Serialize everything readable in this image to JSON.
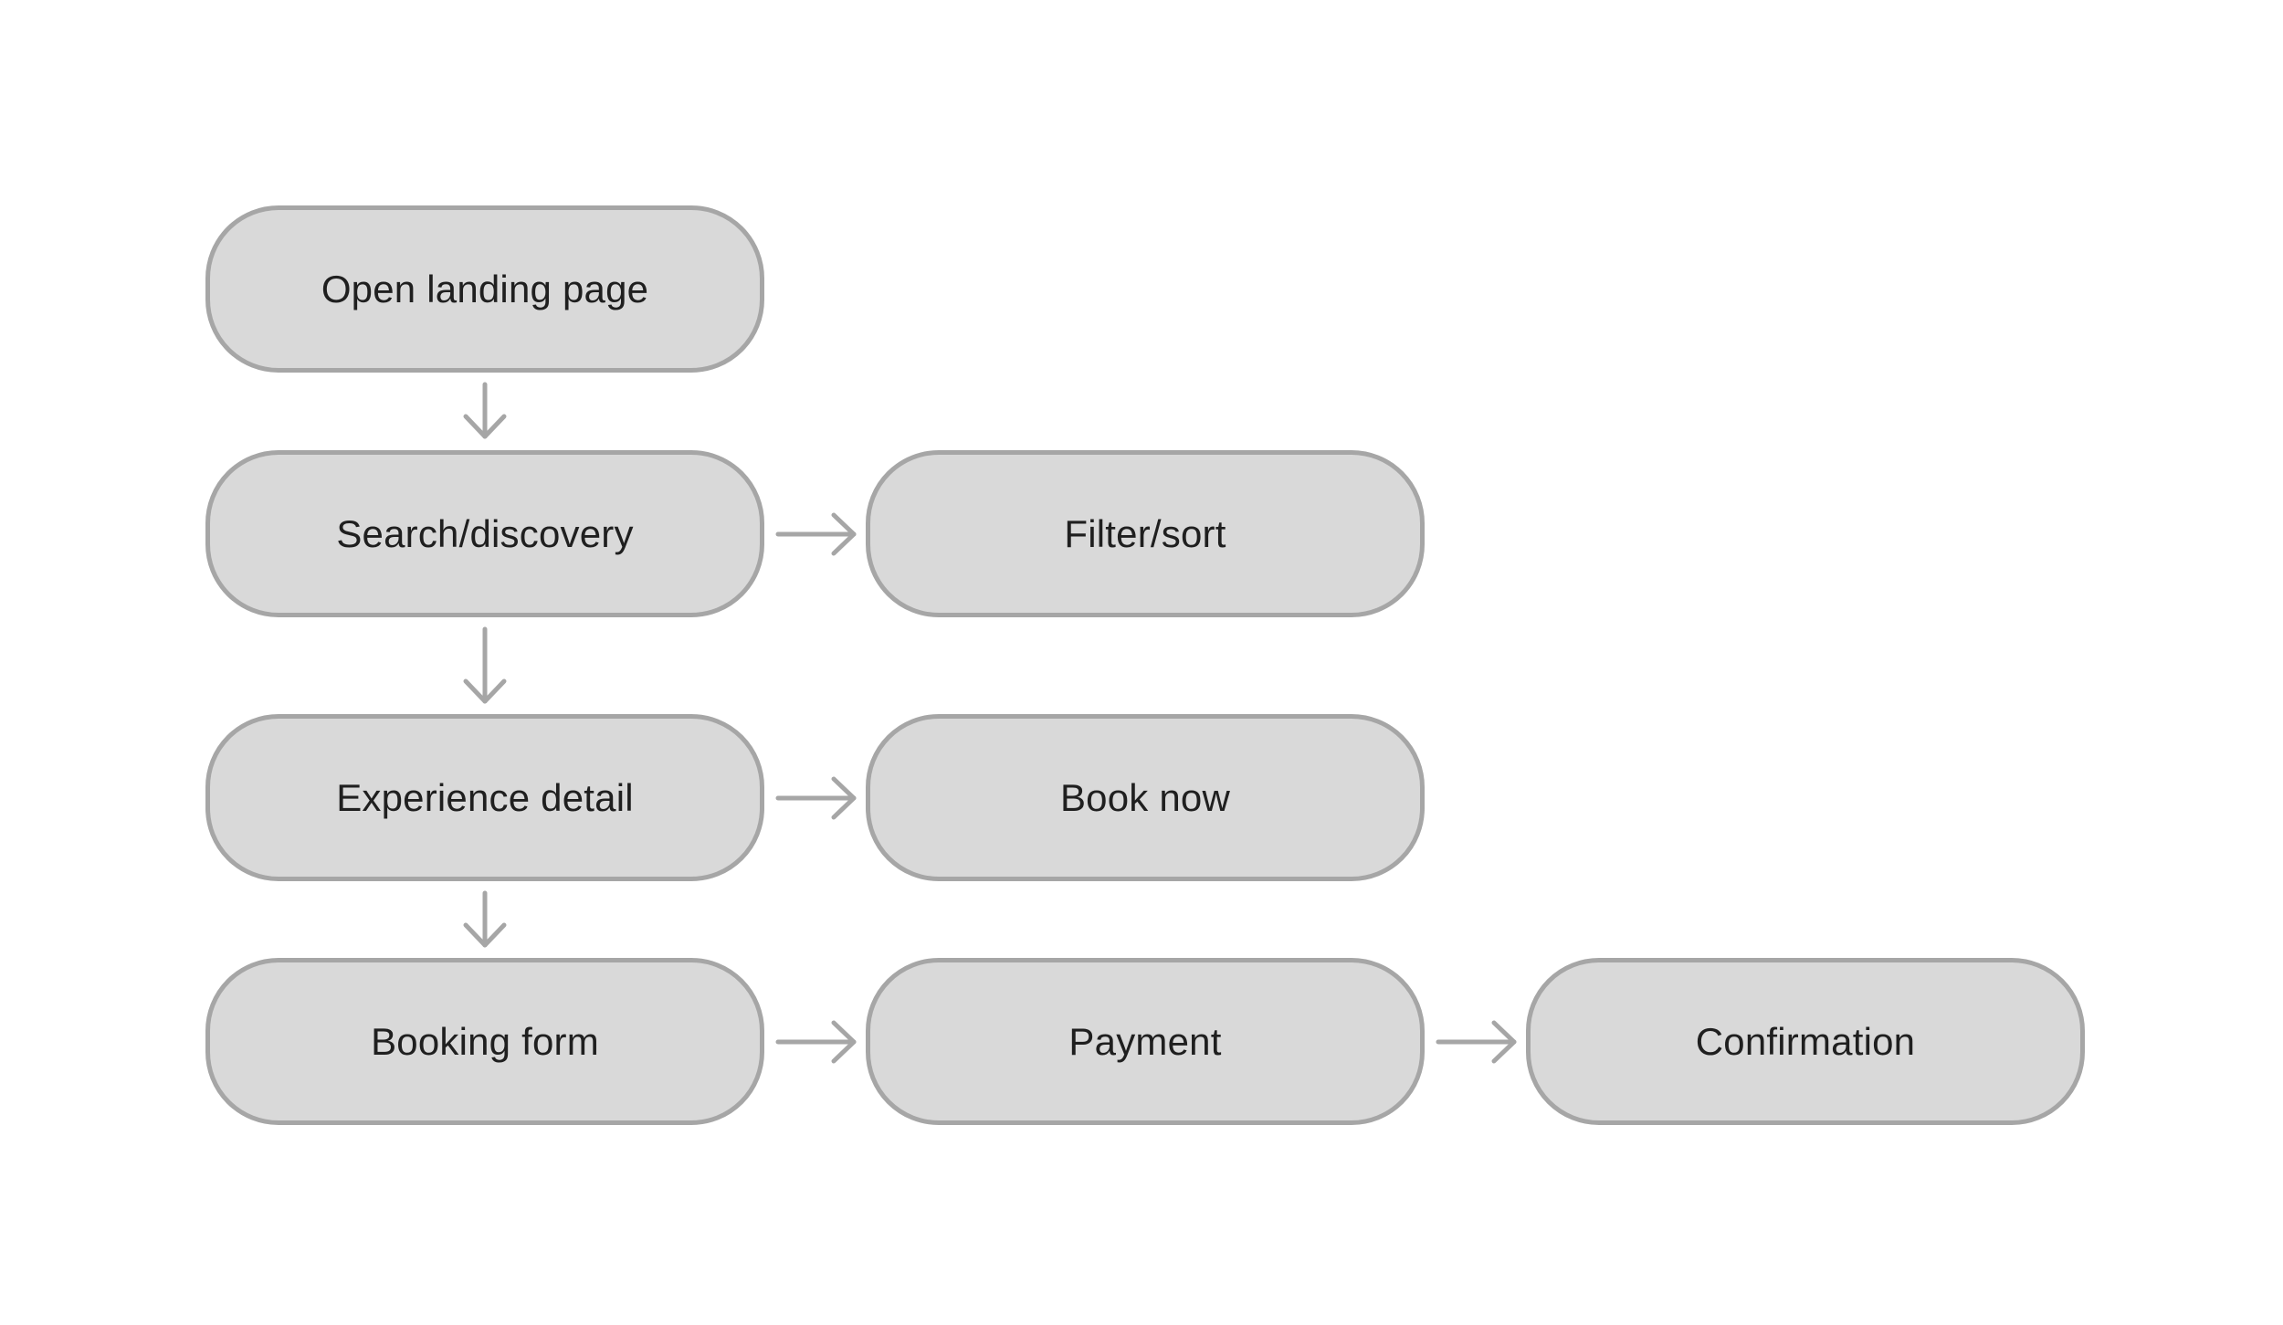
{
  "diagram": {
    "nodes": {
      "open_landing_page": "Open landing page",
      "search_discovery": "Search/discovery",
      "filter_sort": "Filter/sort",
      "experience_detail": "Experience detail",
      "book_now": "Book now",
      "booking_form": "Booking form",
      "payment": "Payment",
      "confirmation": "Confirmation"
    },
    "edges": [
      {
        "from": "open_landing_page",
        "to": "search_discovery"
      },
      {
        "from": "search_discovery",
        "to": "filter_sort"
      },
      {
        "from": "search_discovery",
        "to": "experience_detail"
      },
      {
        "from": "experience_detail",
        "to": "book_now"
      },
      {
        "from": "experience_detail",
        "to": "booking_form"
      },
      {
        "from": "booking_form",
        "to": "payment"
      },
      {
        "from": "payment",
        "to": "confirmation"
      }
    ],
    "colors": {
      "node_fill": "#d9d9d9",
      "node_border": "#a6a6a6",
      "arrow": "#a6a6a6",
      "text": "#1f1f1f",
      "background": "#ffffff"
    }
  }
}
